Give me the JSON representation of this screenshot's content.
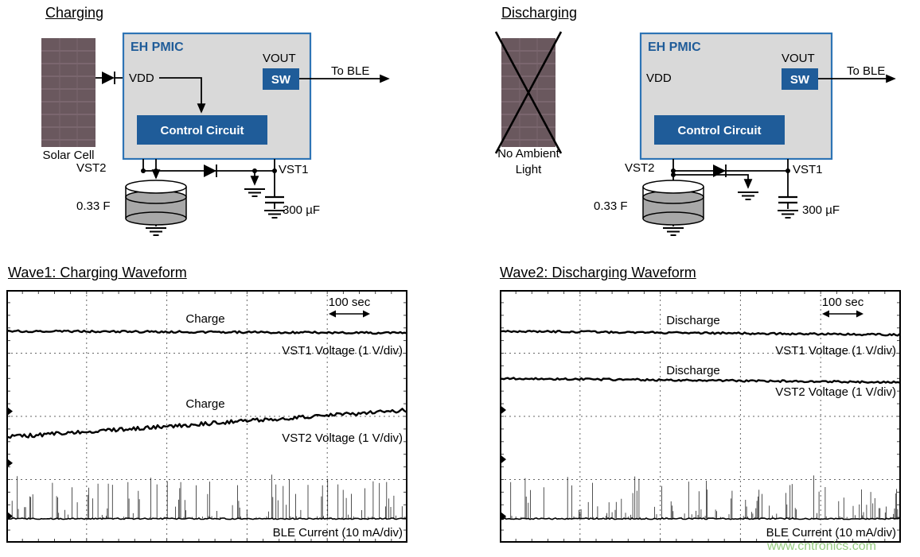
{
  "watermark": "www.cntronics.com",
  "colors": {
    "pmic_border": "#2e74b5",
    "pmic_fill": "#d9d9d9",
    "box_blue": "#1f5c99",
    "solar_panel": "#6a585e",
    "watermark_green": "#96cc80"
  },
  "charging": {
    "title": "Charging",
    "solar_cell_label": "Solar Cell",
    "pmic_title": "EH PMIC",
    "vdd_label": "VDD",
    "vout_label": "VOUT",
    "sw_label": "SW",
    "control_label": "Control Circuit",
    "to_ble_label": "To BLE",
    "vst1_label": "VST1",
    "vst2_label": "VST2",
    "supercap_label": "0.33 F",
    "output_cap_label": "300 µF"
  },
  "discharging": {
    "title": "Discharging",
    "solar_cell_label": "No Ambient Light",
    "pmic_title": "EH PMIC",
    "vdd_label": "VDD",
    "vout_label": "VOUT",
    "sw_label": "SW",
    "control_label": "Control Circuit",
    "to_ble_label": "To BLE",
    "vst1_label": "VST1",
    "vst2_label": "VST2",
    "supercap_label": "0.33 F",
    "output_cap_label": "300 µF"
  },
  "wave1": {
    "title": "Wave1: Charging Waveform",
    "time_scale_label": "100 sec",
    "annotation_vst1": "Charge",
    "annotation_vst2": "Charge",
    "label_vst1": "VST1 Voltage (1 V/div)",
    "label_vst2": "VST2 Voltage (1 V/div)",
    "label_ble": "BLE Current (10 mA/div)"
  },
  "wave2": {
    "title": "Wave2: Discharging Waveform",
    "time_scale_label": "100 sec",
    "annotation_vst1": "Discharge",
    "annotation_vst2": "Discharge",
    "label_vst1": "VST1 Voltage (1 V/div)",
    "label_vst2": "VST2 Voltage (1 V/div)",
    "label_ble": "BLE Current (10 mA/div)"
  },
  "chart_data": [
    {
      "type": "line",
      "title": "Wave1: Charging Waveform",
      "x_divisions": 5,
      "y_divisions": 4,
      "time_per_div_label": "100 sec",
      "grid": "dashed",
      "series": [
        {
          "name": "VST1 Voltage (1 V/div)",
          "annotation": "Charge",
          "shape": "flat",
          "y_div_start": 0.65,
          "y_div_end": 0.68,
          "noise": 1.2
        },
        {
          "name": "VST2 Voltage (1 V/div)",
          "annotation": "Charge",
          "shape": "ramp",
          "y_div_start": 2.33,
          "y_div_end": 1.9,
          "noise": 2.4
        },
        {
          "name": "BLE Current (10 mA/div)",
          "shape": "pulse-train",
          "baseline_div": 3.62,
          "max_spike_div": 0.68,
          "density": 0.3
        }
      ],
      "channel_marker_divs": [
        1.92,
        2.74,
        3.58
      ]
    },
    {
      "type": "line",
      "title": "Wave2: Discharging Waveform",
      "x_divisions": 5,
      "y_divisions": 4,
      "time_per_div_label": "100 sec",
      "grid": "dashed",
      "series": [
        {
          "name": "VST1 Voltage (1 V/div)",
          "annotation": "Discharge",
          "shape": "flat",
          "y_div_start": 0.65,
          "y_div_end": 0.71,
          "noise": 1.2
        },
        {
          "name": "VST2 Voltage (1 V/div)",
          "annotation": "Discharge",
          "shape": "flat",
          "y_div_start": 1.4,
          "y_div_end": 1.46,
          "noise": 1.2
        },
        {
          "name": "BLE Current (10 mA/div)",
          "shape": "pulse-train",
          "baseline_div": 3.62,
          "max_spike_div": 0.66,
          "density": 0.26
        }
      ],
      "channel_marker_divs": [
        1.9,
        2.68,
        3.58
      ]
    }
  ]
}
